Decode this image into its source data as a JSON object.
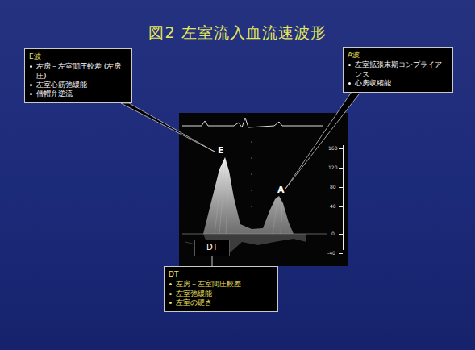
{
  "diagram": {
    "title": "図2 左室流入血流速波形",
    "nodes": [
      {
        "text": [
          "E波",
          "左房－左室間圧較差 (左房圧)",
          "左室心筋弛緩能",
          "僧帽弁逆流"
        ]
      },
      {
        "text": [
          "A波",
          "左室拡張末期コンプライアンス",
          "心房収縮能"
        ]
      },
      {
        "text": [
          "DT"
        ]
      },
      {
        "text": [
          "DT",
          "左房－左室間圧較差",
          "左室弛緩能",
          "左室の硬さ"
        ]
      }
    ],
    "edges": [
      {
        "from": 3,
        "to": 2,
        "arrow": "none"
      }
    ],
    "labels": [
      "E",
      "A",
      "160",
      "120",
      "80",
      "40",
      "0",
      "-40"
    ]
  }
}
